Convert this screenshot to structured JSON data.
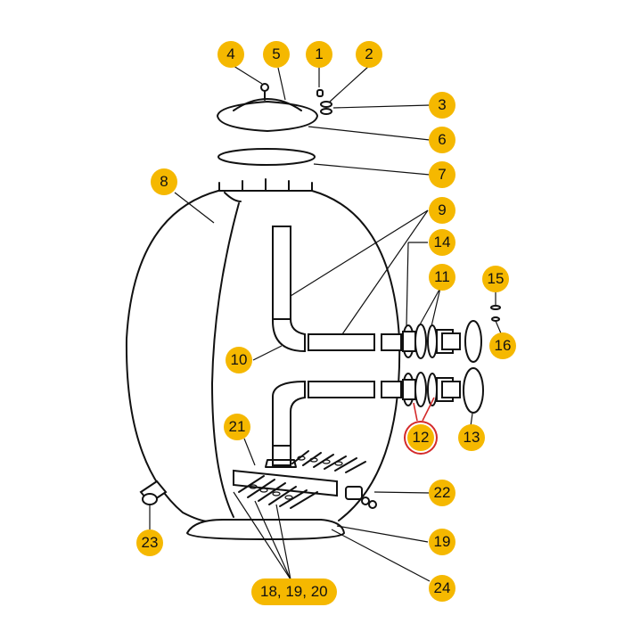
{
  "labels": {
    "p1": "1",
    "p2": "2",
    "p3": "3",
    "p4": "4",
    "p5": "5",
    "p6": "6",
    "p7": "7",
    "p8": "8",
    "p9": "9",
    "p10": "10",
    "p11": "11",
    "p12": "12",
    "p13": "13",
    "p14": "14",
    "p15": "15",
    "p16": "16",
    "p19": "19",
    "p21": "21",
    "p22": "22",
    "p23": "23",
    "p24": "24",
    "p18_19_20": "18, 19, 20"
  },
  "colors": {
    "badge": "#f5b800",
    "highlight": "#d42a2a",
    "line": "#111111"
  },
  "highlighted_part": "12"
}
